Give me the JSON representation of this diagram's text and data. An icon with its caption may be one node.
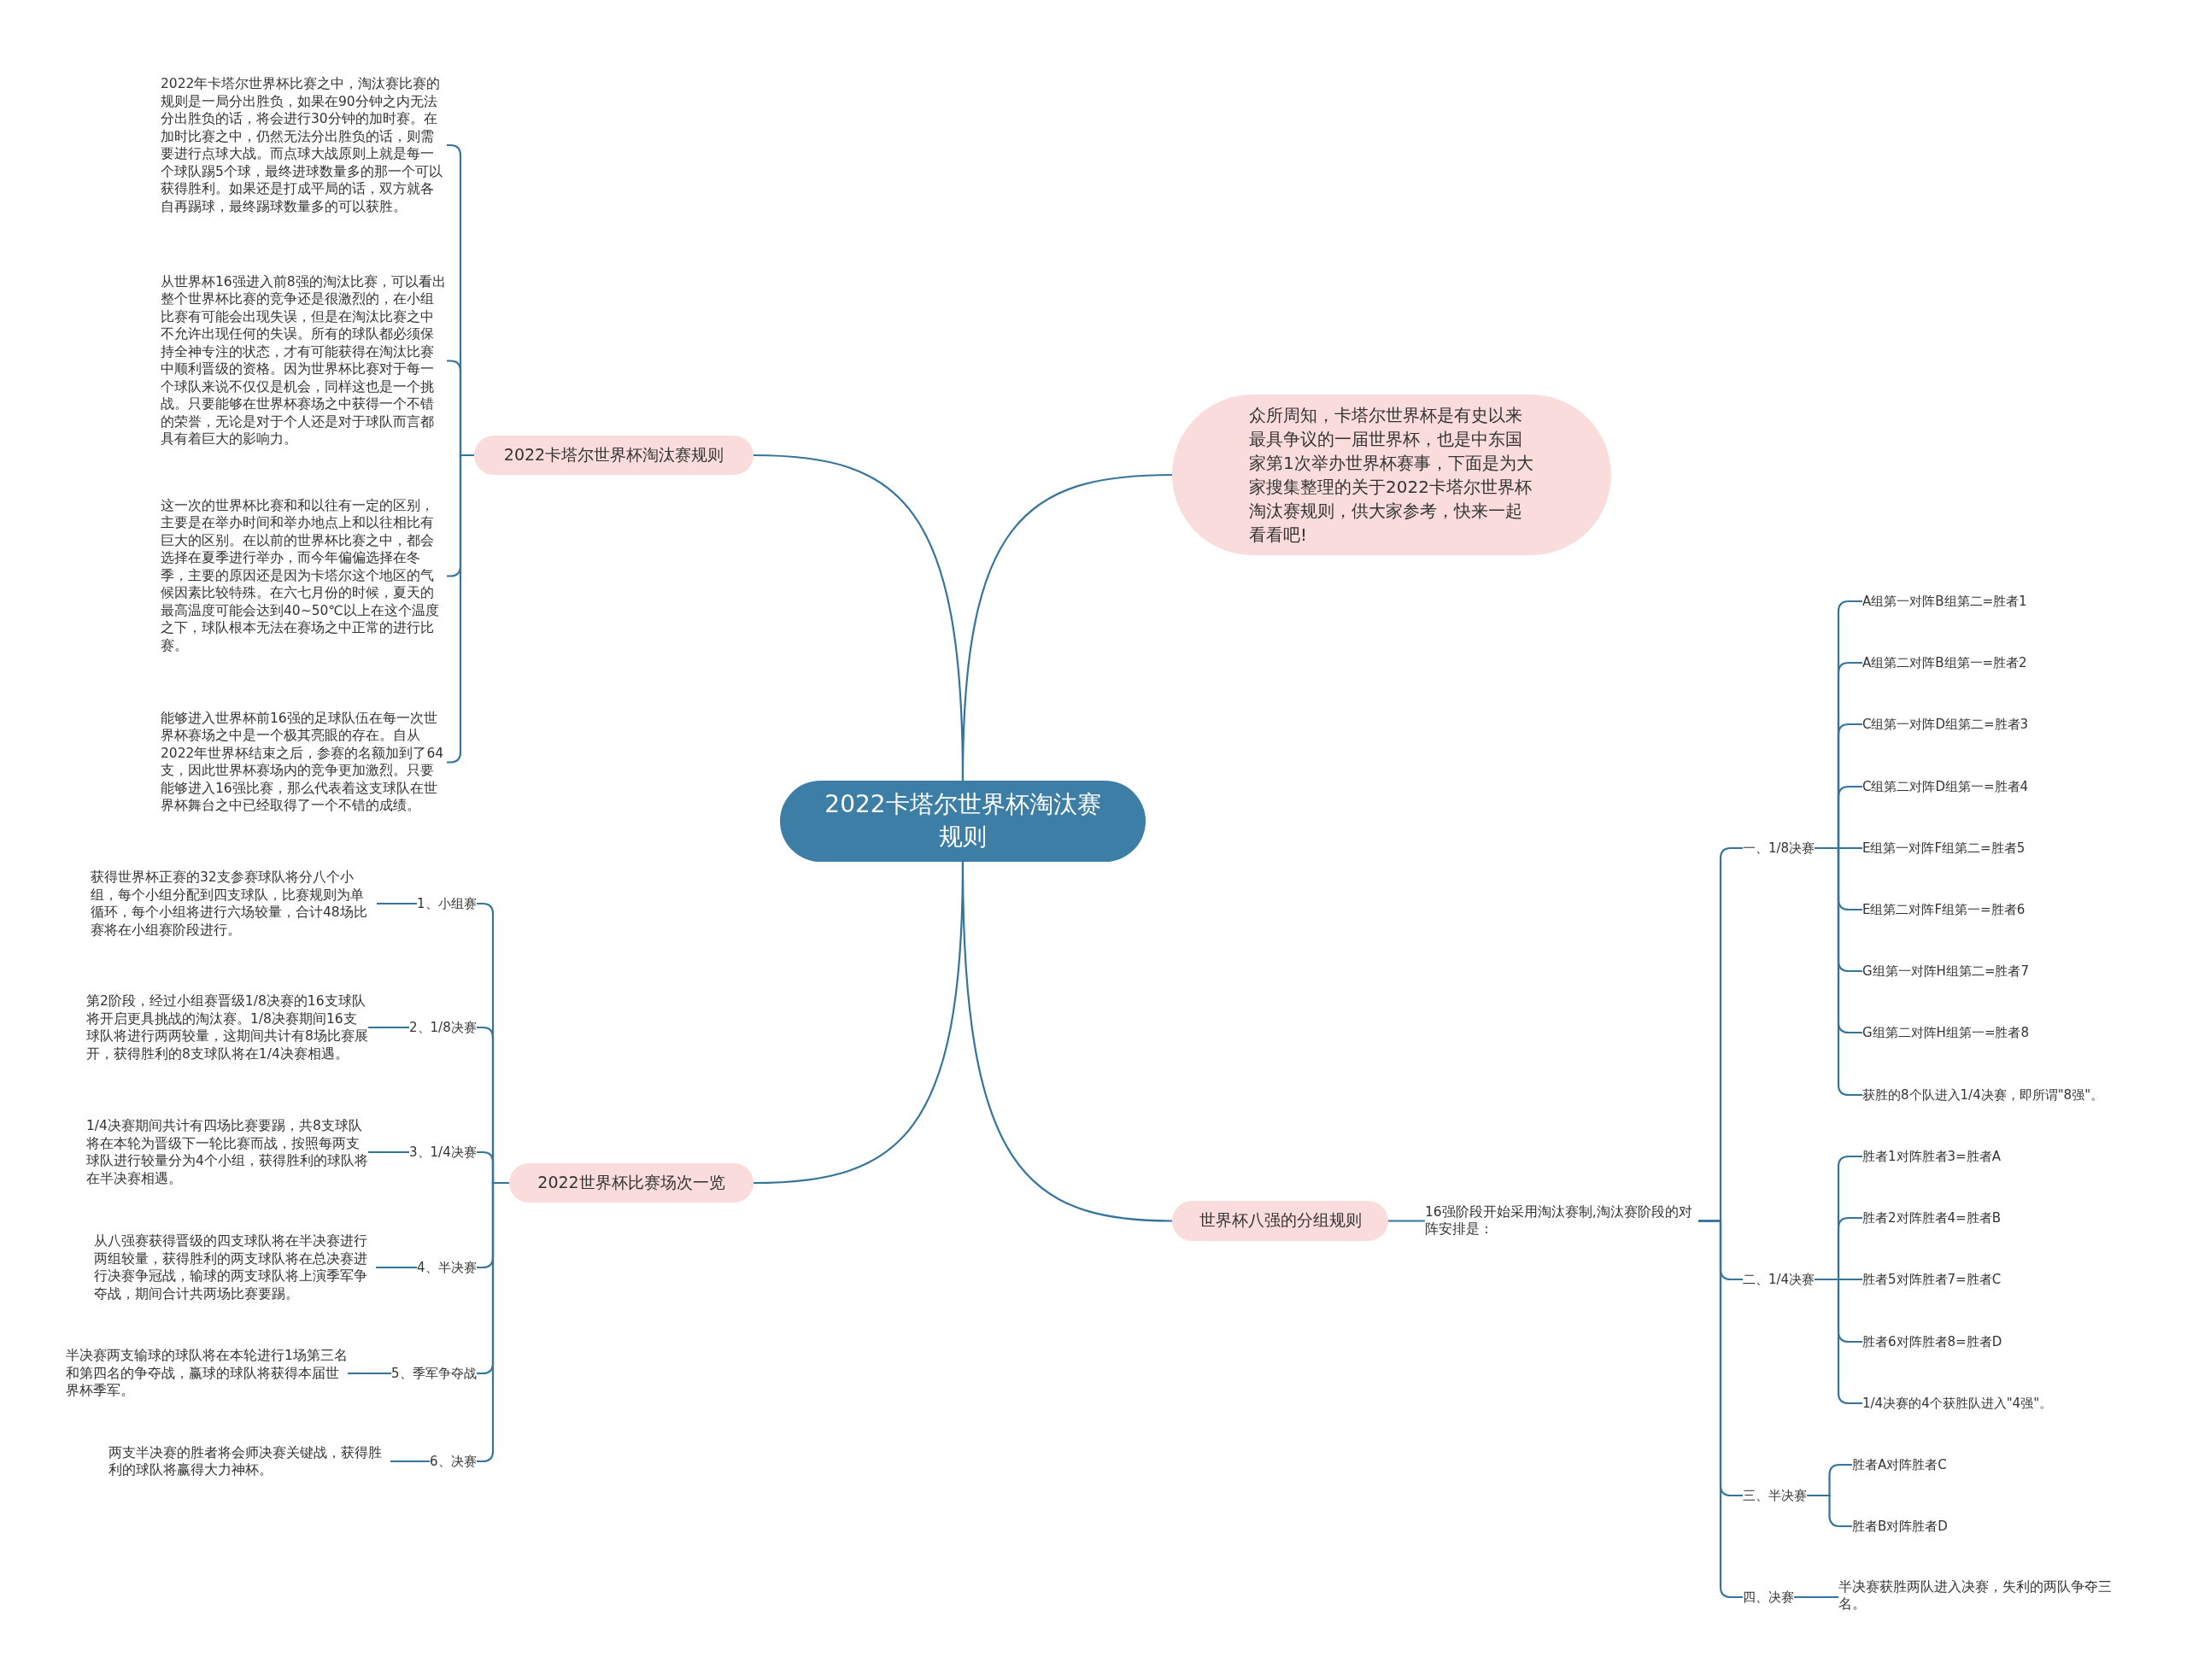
{
  "diagram": {
    "nodes": [
      {
        "text": [
          "2022卡塔尔世界杯淘汰赛规则"
        ]
      },
      {
        "text": [
          "2022卡塔尔世界杯淘汰赛规则"
        ]
      },
      {
        "text": [
          "2022年卡塔尔世界杯比赛之中，淘汰赛比赛的规则是一局分出胜负，如果在90分钟之内无法分出胜负的话，将会进行30分钟的加时赛。在加时比赛之中，仍然无法分出胜负的话，则需要进行点球大战。而点球大战原则上就是每一个球队踢5个球，最终进球数量多的那一个可以获得胜利。如果还是打成平局的话，双方就各自再踢球，最终踢球数量多的可以获胜。"
        ]
      },
      {
        "text": [
          "从世界杯16强进入前8强的淘汰比赛，可以看出整个世界杯比赛的竞争还是很激烈的，在小组比赛有可能会出现失误，但是在淘汰比赛之中不允许出现任何的失误。所有的球队都必须保持全神专注的状态，才有可能获得在淘汰比赛中顺利晋级的资格。因为世界杯比赛对于每一个球队来说不仅仅是机会，同样这也是一个挑战。只要能够在世界杯赛场之中获得一个不错的荣誉，无论是对于个人还是对于球队而言都具有着巨大的影响力。"
        ]
      },
      {
        "text": [
          "这一次的世界杯比赛和和以往有一定的区别，主要是在举办时间和举办地点上和以往相比有巨大的区别。在以前的世界杯比赛之中，都会选择在夏季进行举办，而今年偏偏选择在冬季，主要的原因还是因为卡塔尔这个地区的气候因素比较特殊。在六七月份的时候，夏天的最高温度可能会达到40~50℃以上在这个温度之下，球队根本无法在赛场之中正常的进行比赛。"
        ]
      },
      {
        "text": [
          "能够进入世界杯前16强的足球队伍在每一次世界杯赛场之中是一个极其亮眼的存在。自从2022年世界杯结束之后，参赛的名额加到了64支，因此世界杯赛场内的竞争更加激烈。只要能够进入16强比赛，那么代表着这支球队在世界杯舞台之中已经取得了一个不错的成绩。"
        ]
      },
      {
        "text": [
          "众所周知，卡塔尔世界杯是有史以来最具争议的一届世界杯，也是中东国家第1次举办世界杯赛事，下面是为大家搜集整理的关于2022卡塔尔世界杯淘汰赛规则，供大家参考，快来一起看看吧!"
        ]
      },
      {
        "text": [
          "2022世界杯比赛场次一览"
        ]
      },
      {
        "text": [
          "1、小组赛"
        ]
      },
      {
        "text": [
          "获得世界杯正赛的32支参赛球队将分八个小组，每个小组分配到四支球队，比赛规则为单循环，每个小组将进行六场较量，合计48场比赛将在小组赛阶段进行。"
        ]
      },
      {
        "text": [
          "2、1/8决赛"
        ]
      },
      {
        "text": [
          "第2阶段，经过小组赛晋级1/8决赛的16支球队将开启更具挑战的淘汰赛。1/8决赛期间16支球队将进行两两较量，这期间共计有8场比赛展开，获得胜利的8支球队将在1/4决赛相遇。"
        ]
      },
      {
        "text": [
          "3、1/4决赛"
        ]
      },
      {
        "text": [
          "1/4决赛期间共计有四场比赛要踢，共8支球队将在本轮为晋级下一轮比赛而战，按照每两支球队进行较量分为4个小组，获得胜利的球队将在半决赛相遇。"
        ]
      },
      {
        "text": [
          "4、半决赛"
        ]
      },
      {
        "text": [
          "从八强赛获得晋级的四支球队将在半决赛进行两组较量，获得胜利的两支球队将在总决赛进行决赛争冠战，输球的两支球队将上演季军争夺战，期间合计共两场比赛要踢。"
        ]
      },
      {
        "text": [
          "5、季军争夺战"
        ]
      },
      {
        "text": [
          "半决赛两支输球的球队将在本轮进行1场第三名和第四名的争夺战，赢球的球队将获得本届世界杯季军。"
        ]
      },
      {
        "text": [
          "6、决赛"
        ]
      },
      {
        "text": [
          "两支半决赛的胜者将会师决赛关键战，获得胜利的球队将赢得大力神杯。"
        ]
      },
      {
        "text": [
          "世界杯八强的分组规则"
        ]
      },
      {
        "text": [
          "16强阶段开始采用淘汰赛制,淘汰赛阶段的对阵安排是："
        ]
      },
      {
        "text": [
          "一、1/8决赛"
        ]
      },
      {
        "text": [
          "A组第一对阵B组第二=胜者1"
        ]
      },
      {
        "text": [
          "A组第二对阵B组第一=胜者2"
        ]
      },
      {
        "text": [
          "C组第一对阵D组第二=胜者3"
        ]
      },
      {
        "text": [
          "C组第二对阵D组第一=胜者4"
        ]
      },
      {
        "text": [
          "E组第一对阵F组第二=胜者5"
        ]
      },
      {
        "text": [
          "E组第二对阵F组第一=胜者6"
        ]
      },
      {
        "text": [
          "G组第一对阵H组第二=胜者7"
        ]
      },
      {
        "text": [
          "G组第二对阵H组第一=胜者8"
        ]
      },
      {
        "text": [
          "获胜的8个队进入1/4决赛，即所谓\"8强\"。"
        ]
      },
      {
        "text": [
          "二、1/4决赛"
        ]
      },
      {
        "text": [
          "胜者1对阵胜者3=胜者A"
        ]
      },
      {
        "text": [
          "胜者2对阵胜者4=胜者B"
        ]
      },
      {
        "text": [
          "胜者5对阵胜者7=胜者C"
        ]
      },
      {
        "text": [
          "胜者6对阵胜者8=胜者D"
        ]
      },
      {
        "text": [
          "1/4决赛的4个获胜队进入\"4强\"。"
        ]
      },
      {
        "text": [
          "三、半决赛"
        ]
      },
      {
        "text": [
          "胜者A对阵胜者C"
        ]
      },
      {
        "text": [
          "胜者B对阵胜者D"
        ]
      },
      {
        "text": [
          "四、决赛"
        ]
      },
      {
        "text": [
          "半决赛获胜两队进入决赛，失利的两队争夺三名。"
        ]
      }
    ],
    "edges": [
      {
        "from": 0,
        "to": 1,
        "arrow": "none"
      },
      {
        "from": 1,
        "to": 2,
        "arrow": "none"
      },
      {
        "from": 1,
        "to": 3,
        "arrow": "none"
      },
      {
        "from": 1,
        "to": 4,
        "arrow": "none"
      },
      {
        "from": 1,
        "to": 5,
        "arrow": "none"
      },
      {
        "from": 0,
        "to": 6,
        "arrow": "none"
      },
      {
        "from": 0,
        "to": 7,
        "arrow": "none"
      },
      {
        "from": 7,
        "to": 8,
        "arrow": "none"
      },
      {
        "from": 8,
        "to": 9,
        "arrow": "none"
      },
      {
        "from": 7,
        "to": 10,
        "arrow": "none"
      },
      {
        "from": 10,
        "to": 11,
        "arrow": "none"
      },
      {
        "from": 7,
        "to": 12,
        "arrow": "none"
      },
      {
        "from": 12,
        "to": 13,
        "arrow": "none"
      },
      {
        "from": 7,
        "to": 14,
        "arrow": "none"
      },
      {
        "from": 14,
        "to": 15,
        "arrow": "none"
      },
      {
        "from": 7,
        "to": 16,
        "arrow": "none"
      },
      {
        "from": 16,
        "to": 17,
        "arrow": "none"
      },
      {
        "from": 7,
        "to": 18,
        "arrow": "none"
      },
      {
        "from": 18,
        "to": 19,
        "arrow": "none"
      },
      {
        "from": 0,
        "to": 20,
        "arrow": "none"
      },
      {
        "from": 20,
        "to": 21,
        "arrow": "none"
      },
      {
        "from": 21,
        "to": 22,
        "arrow": "none"
      },
      {
        "from": 22,
        "to": 23,
        "arrow": "none"
      },
      {
        "from": 22,
        "to": 24,
        "arrow": "none"
      },
      {
        "from": 22,
        "to": 25,
        "arrow": "none"
      },
      {
        "from": 22,
        "to": 26,
        "arrow": "none"
      },
      {
        "from": 22,
        "to": 27,
        "arrow": "none"
      },
      {
        "from": 22,
        "to": 28,
        "arrow": "none"
      },
      {
        "from": 22,
        "to": 29,
        "arrow": "none"
      },
      {
        "from": 22,
        "to": 30,
        "arrow": "none"
      },
      {
        "from": 22,
        "to": 31,
        "arrow": "none"
      },
      {
        "from": 21,
        "to": 32,
        "arrow": "none"
      },
      {
        "from": 32,
        "to": 33,
        "arrow": "none"
      },
      {
        "from": 32,
        "to": 34,
        "arrow": "none"
      },
      {
        "from": 32,
        "to": 35,
        "arrow": "none"
      },
      {
        "from": 32,
        "to": 36,
        "arrow": "none"
      },
      {
        "from": 32,
        "to": 37,
        "arrow": "none"
      },
      {
        "from": 21,
        "to": 38,
        "arrow": "none"
      },
      {
        "from": 38,
        "to": 39,
        "arrow": "none"
      },
      {
        "from": 38,
        "to": 40,
        "arrow": "none"
      },
      {
        "from": 21,
        "to": 41,
        "arrow": "none"
      },
      {
        "from": 41,
        "to": 42,
        "arrow": "none"
      }
    ]
  }
}
